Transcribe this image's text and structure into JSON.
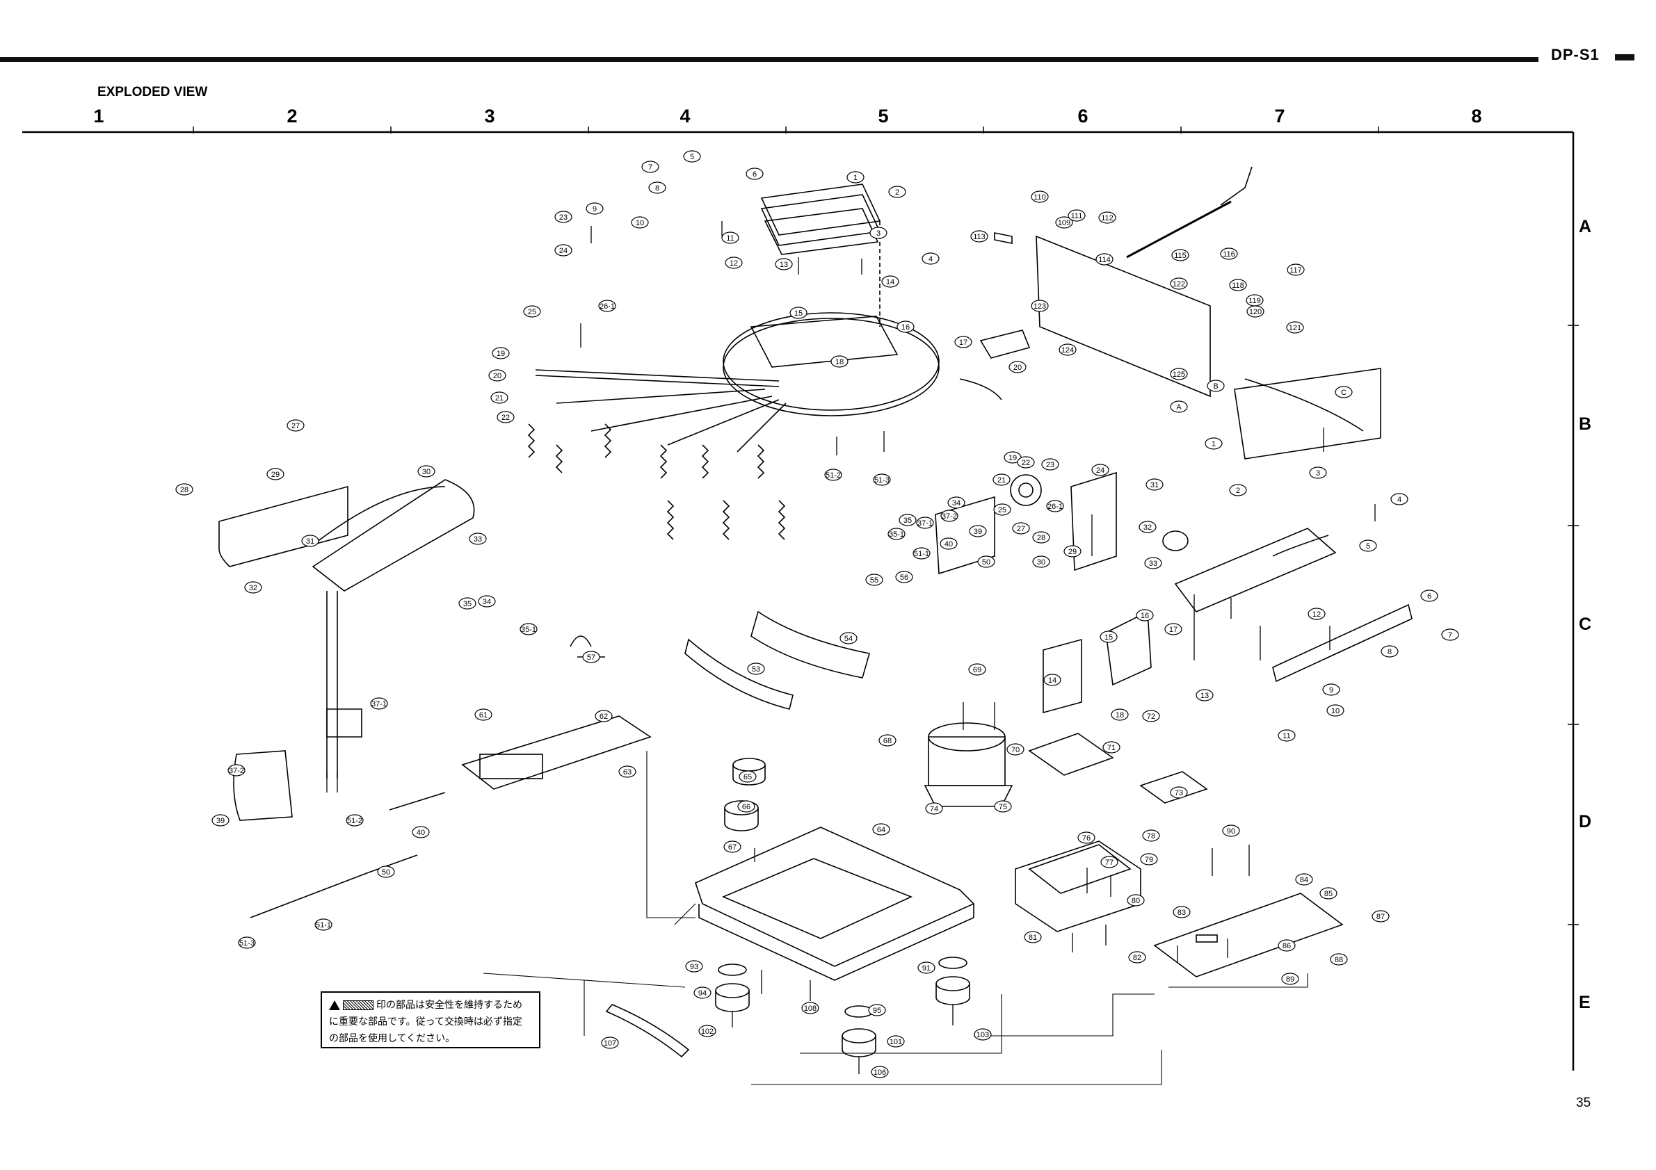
{
  "header": {
    "model": "DP-S1",
    "title": "EXPLODED VIEW",
    "page_number": "35"
  },
  "grid": {
    "columns": [
      "1",
      "2",
      "3",
      "4",
      "5",
      "6",
      "7",
      "8"
    ],
    "rows": [
      "A",
      "B",
      "C",
      "D",
      "E"
    ]
  },
  "warning": {
    "line1": "印の部品は安全性を維持するため",
    "line2": "に重要な部品です。従って交換時は必ず指定",
    "line3": "の部品を使用してください。"
  },
  "part_labels": [
    "1",
    "2",
    "3",
    "4",
    "5",
    "6",
    "7",
    "8",
    "9",
    "10",
    "11",
    "12",
    "13",
    "14",
    "15",
    "16",
    "17",
    "18",
    "19",
    "20",
    "21",
    "22",
    "23",
    "24",
    "25",
    "26-1",
    "27",
    "28",
    "29",
    "30",
    "31",
    "32",
    "33",
    "34",
    "35",
    "35-1",
    "37-1",
    "37-2",
    "39",
    "40",
    "50",
    "51-1",
    "51-2",
    "51-3",
    "53",
    "54",
    "55",
    "56",
    "57",
    "61",
    "62",
    "63",
    "64",
    "65",
    "66",
    "67",
    "68",
    "69",
    "70",
    "71",
    "72",
    "73",
    "74",
    "75",
    "76",
    "77",
    "78",
    "79",
    "80",
    "81",
    "82",
    "83",
    "84",
    "85",
    "86",
    "87",
    "88",
    "89",
    "90",
    "91",
    "93",
    "94",
    "95",
    "101",
    "102",
    "103",
    "106",
    "107",
    "108",
    "109",
    "110",
    "111",
    "112",
    "113",
    "114",
    "115",
    "116",
    "117",
    "118",
    "119",
    "120",
    "121",
    "122",
    "123",
    "124",
    "125",
    "A",
    "B",
    "C"
  ]
}
